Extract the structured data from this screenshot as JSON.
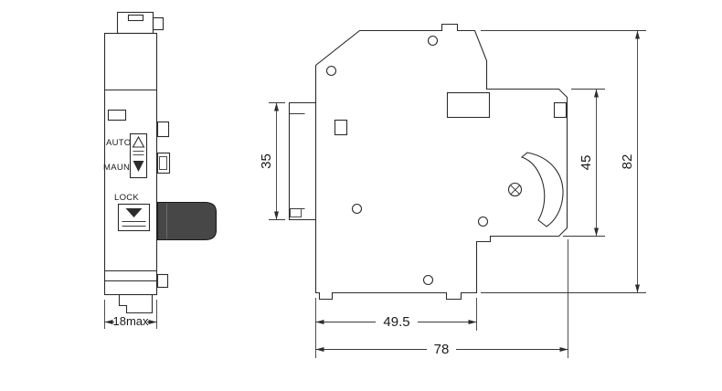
{
  "drawing": {
    "type": "technical-dimension-drawing",
    "subject": "DIN-rail circuit breaker module, front and side views"
  },
  "front_view": {
    "auto_label": "AUTO",
    "manual_label": "MAUN",
    "lock_label": "LOCK",
    "width_dim": "18max"
  },
  "side_view": {
    "din_slot_dim": "35",
    "face_dim": "45",
    "height_dim": "82",
    "body_depth_dim": "49.5",
    "total_depth_dim": "78"
  },
  "colors": {
    "line": "#2c2c2c",
    "handle": "#474747",
    "background": "#ffffff"
  }
}
